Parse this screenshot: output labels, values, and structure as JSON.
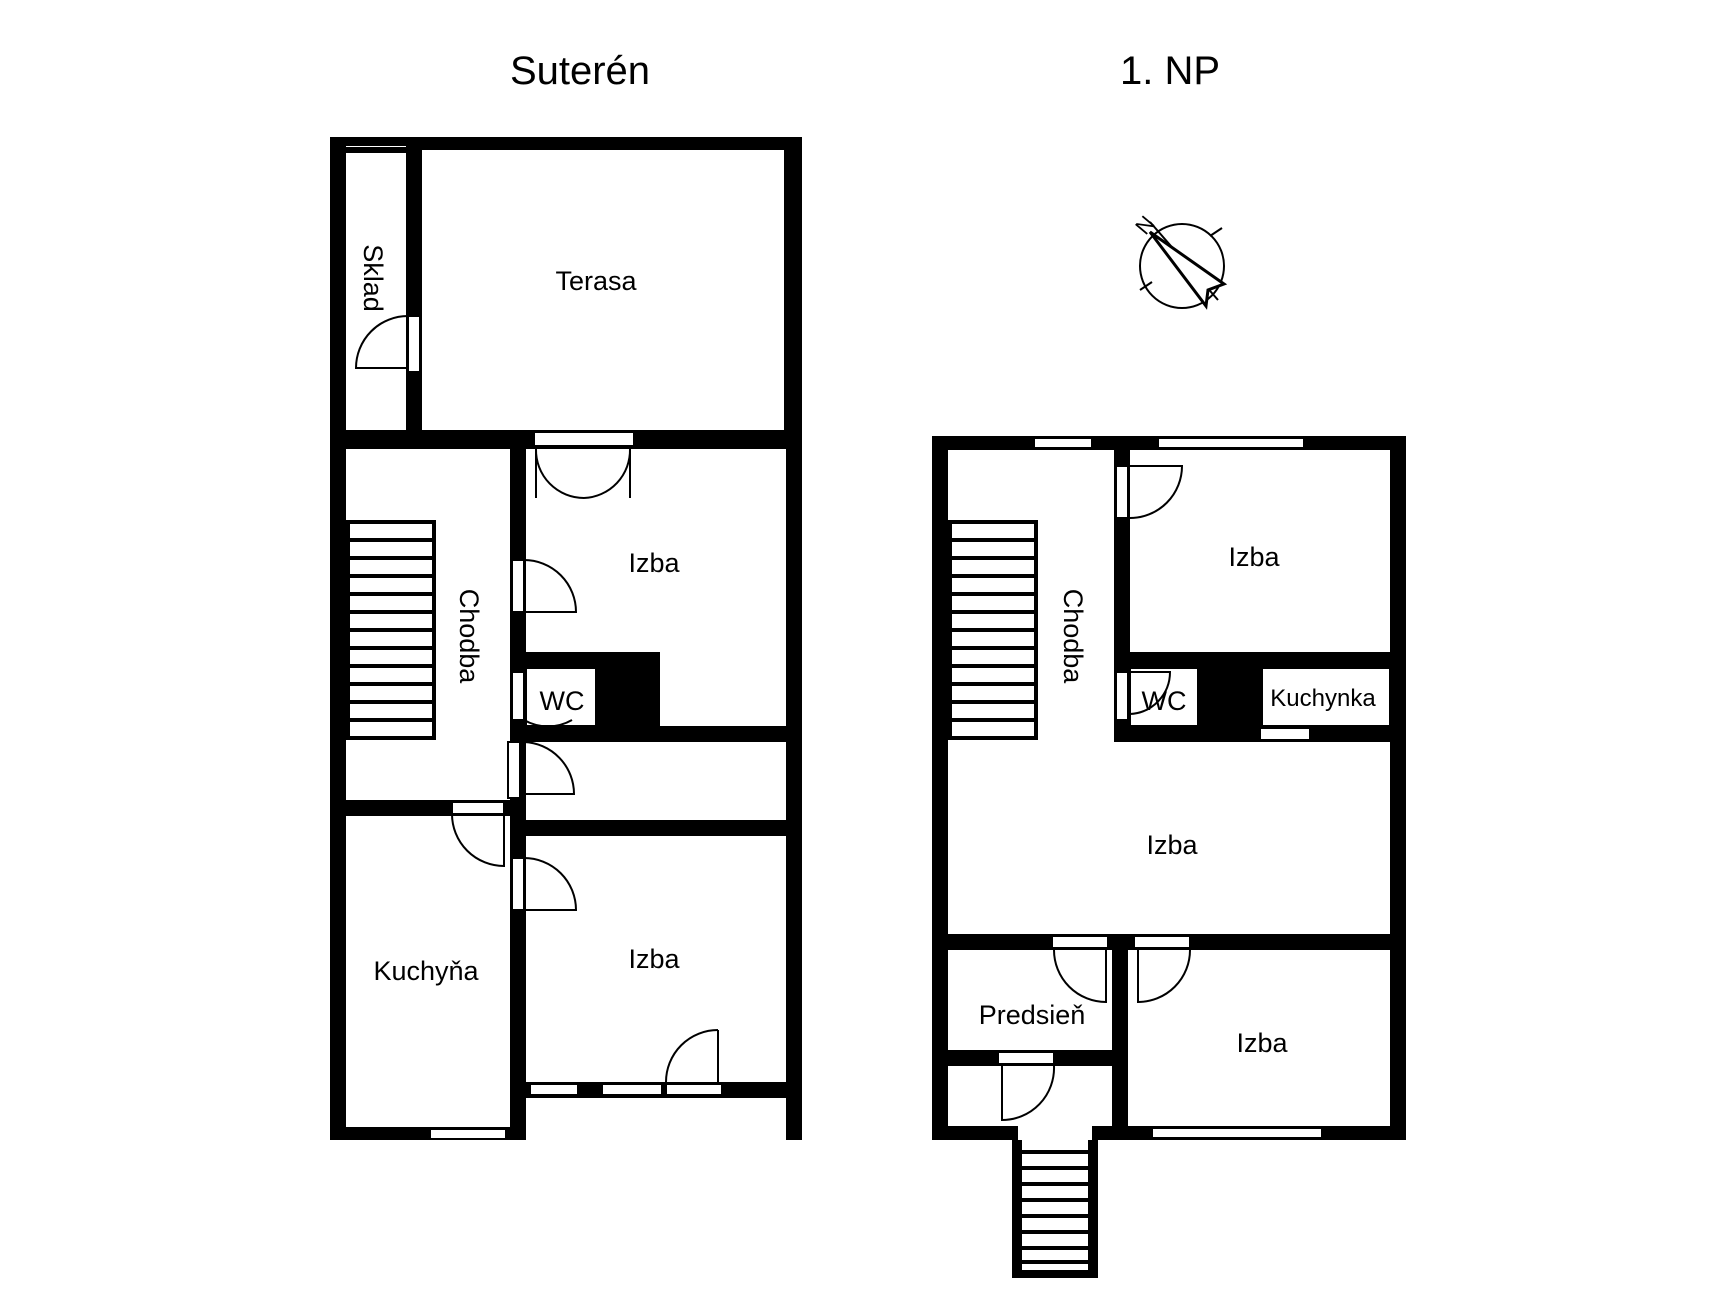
{
  "floors": [
    {
      "title": "Suterén",
      "rooms": {
        "sklad": "Sklad",
        "terasa": "Terasa",
        "chodba": "Chodba",
        "izba_top": "Izba",
        "wc": "WC",
        "kuchyna": "Kuchyňa",
        "izba_bottom": "Izba"
      }
    },
    {
      "title": "1. NP",
      "rooms": {
        "chodba": "Chodba",
        "izba_top": "Izba",
        "wc": "WC",
        "kuchynka": "Kuchynka",
        "izba_middle": "Izba",
        "predsien": "Predsieň",
        "izba_bottom": "Izba"
      }
    }
  ],
  "compass": {
    "north_label": "N"
  }
}
